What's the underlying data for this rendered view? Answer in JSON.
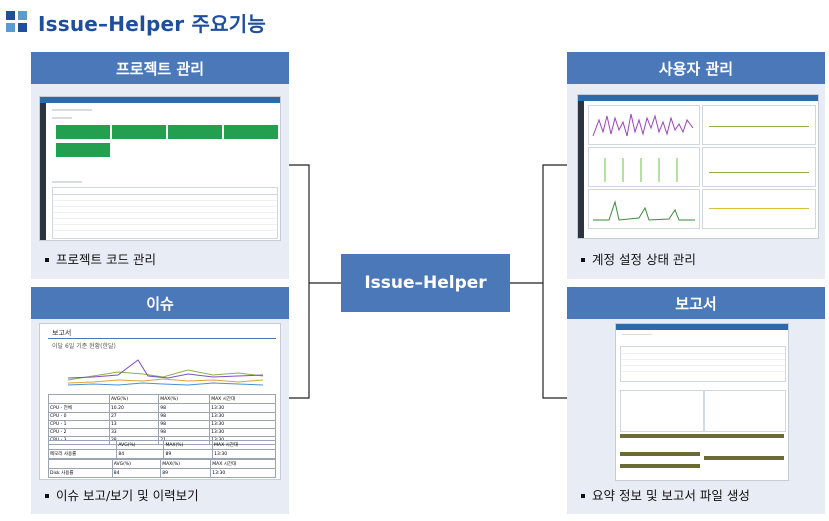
{
  "title": "Issue–Helper 주요기능",
  "center_label": "Issue–Helper",
  "colors": {
    "panel_header": "#4a78b8",
    "panel_bg": "#e8ecf5",
    "title": "#1f4e9c",
    "logo_blue": "#1f4e9c",
    "logo_light": "#5a9bd5"
  },
  "panels": {
    "project": {
      "header": "프로젝트 관리",
      "caption": "프로젝트 코드 관리"
    },
    "issue": {
      "header": "이슈",
      "caption": "이슈 보고/보기 및 이력보기"
    },
    "user": {
      "header": "사용자 관리",
      "caption": "계정 설정 상태 관리"
    },
    "report": {
      "header": "보고서",
      "caption": "요약 정보 및 보고서 파일 생성"
    }
  },
  "issue_shot": {
    "title": "보고서",
    "subtitle": "이달 6일 기준 현황(한달)",
    "table": {
      "headers": [
        "",
        "AVG(%)",
        "MAX(%)",
        "MAX 시간대"
      ],
      "rows": [
        [
          "CPU - 전체",
          "10.20",
          "98",
          "13:30"
        ],
        [
          "CPU - 0",
          "27",
          "98",
          "13:30"
        ],
        [
          "CPU - 1",
          "13",
          "98",
          "13:30"
        ],
        [
          "CPU - 2",
          "33",
          "98",
          "13:30"
        ],
        [
          "CPU - 3",
          "28",
          "21",
          "13:30"
        ]
      ],
      "headers2": [
        "",
        "AVG(%)",
        "MAX(%)",
        "MAX 시간대"
      ],
      "rows2": [
        [
          "메모리 사용률",
          "84",
          "89",
          "13:30"
        ]
      ],
      "headers3": [
        "",
        "AVG(%)",
        "MAX(%)",
        "MAX 시간대"
      ],
      "rows3": [
        [
          "Disk 사용률",
          "84",
          "89",
          "13:30"
        ]
      ]
    }
  }
}
